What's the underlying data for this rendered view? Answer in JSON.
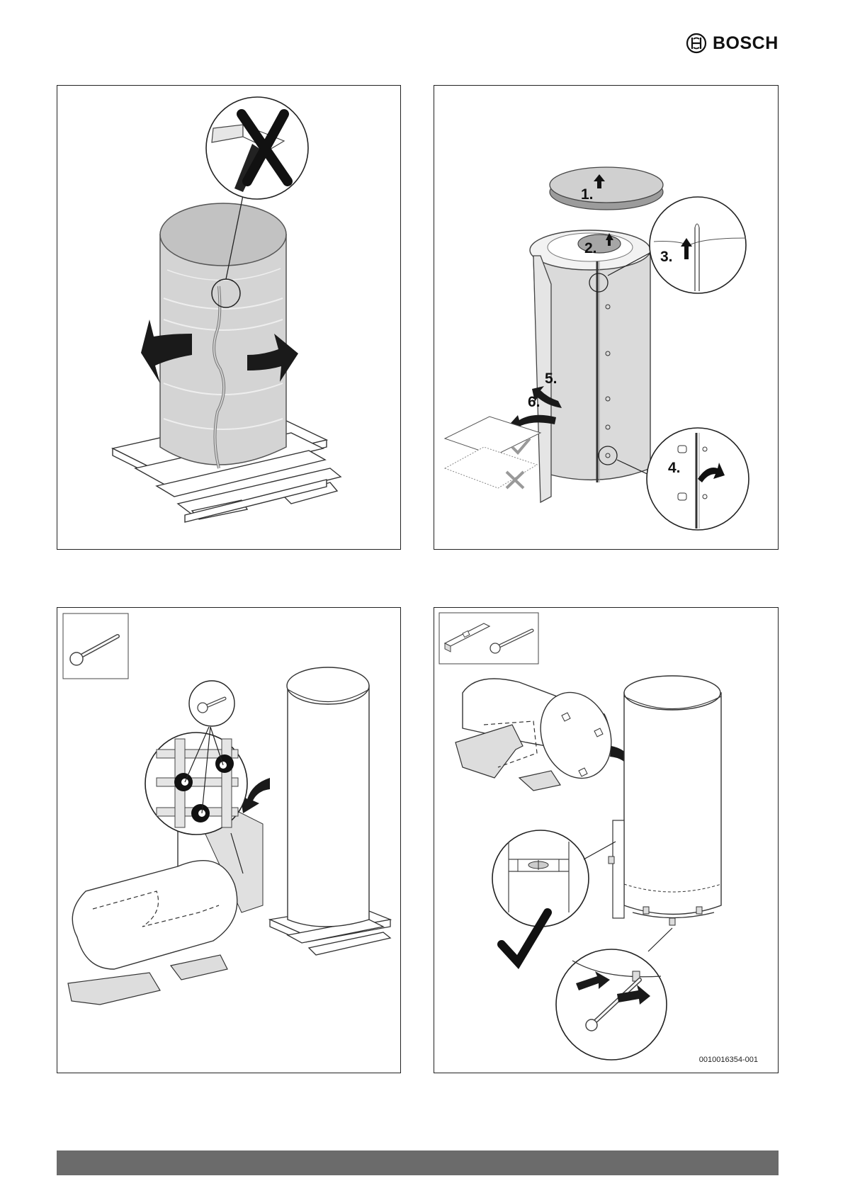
{
  "brand": {
    "name": "BOSCH",
    "logo_icon": "bosch-armature-logo-icon"
  },
  "panels": [
    {
      "id": "unwrap",
      "icons": [
        "do-not-cut-icon",
        "rotate-arrows-icon"
      ]
    },
    {
      "id": "remove-insulation",
      "steps": {
        "s1": "1.",
        "s2": "2.",
        "s3": "3.",
        "s4": "4.",
        "s5": "5.",
        "s6": "6."
      },
      "icons": [
        "correct-check-icon",
        "incorrect-cross-icon"
      ]
    },
    {
      "id": "remove-pallet",
      "tool_icon": "wrench-icon"
    },
    {
      "id": "level-tank",
      "tool_icons": [
        "spirit-level-icon",
        "wrench-icon"
      ],
      "figure_id": "0010016354-001"
    }
  ],
  "footer": {
    "color": "#6b6b6b"
  }
}
